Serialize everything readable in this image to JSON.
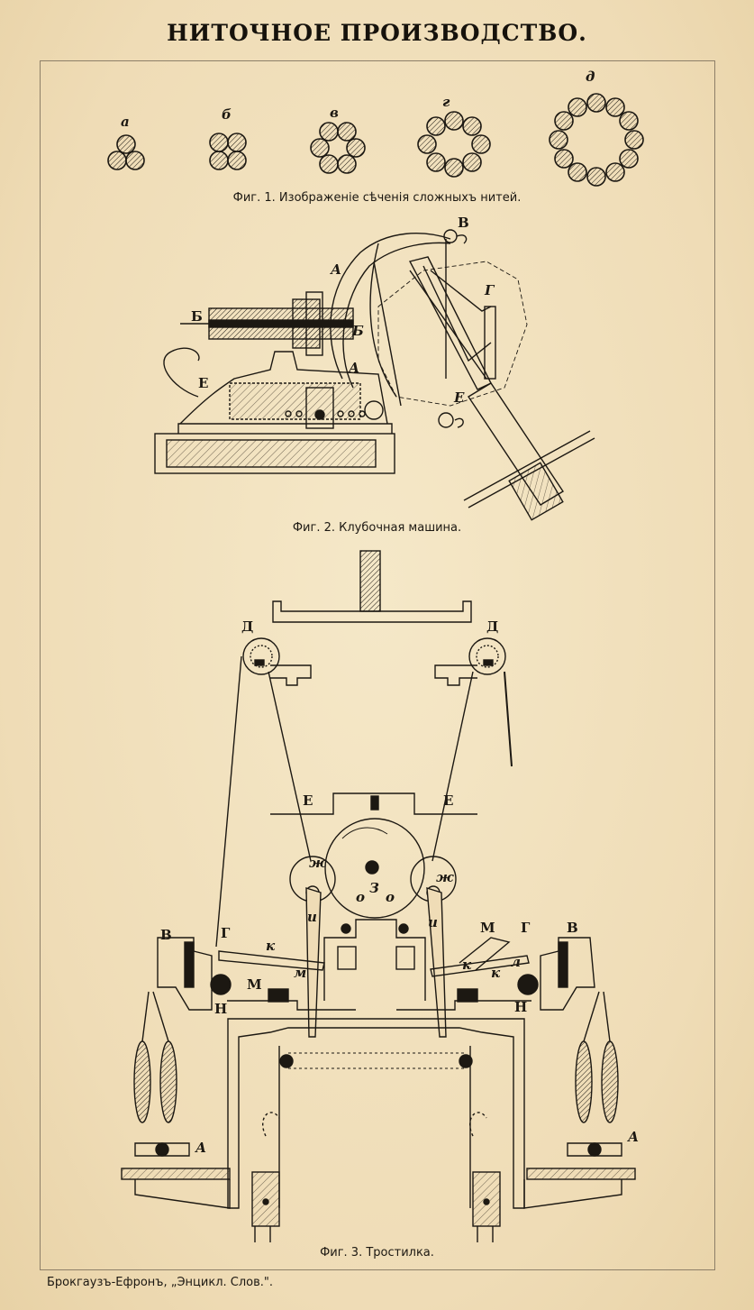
{
  "title": "НИТОЧНОЕ ПРОИЗВОДСТВО.",
  "figures": {
    "fig1": {
      "caption": "Фиг. 1. Изображеніе сѣченія сложныхъ нитей.",
      "labels": {
        "a": "а",
        "b": "б",
        "v": "в",
        "g": "г",
        "d": "д"
      }
    },
    "fig2": {
      "caption": "Фиг. 2. Клубочная машина.",
      "labels": {
        "A": "А",
        "B": "Б",
        "V": "В",
        "G": "Г",
        "E": "Е"
      }
    },
    "fig3": {
      "caption": "Фиг. 3. Тростилка.",
      "labels": {
        "A": "А",
        "V": "В",
        "G": "Г",
        "D": "Д",
        "E": "Е",
        "Zh": "ж",
        "Z": "З",
        "I": "и",
        "K": "к",
        "L": "л",
        "M_upper": "М",
        "M_lower": "м",
        "N": "Н",
        "O": "о"
      }
    }
  },
  "footer": "Брокгаузъ-Ефронъ, „Энцикл. Слов.\"."
}
